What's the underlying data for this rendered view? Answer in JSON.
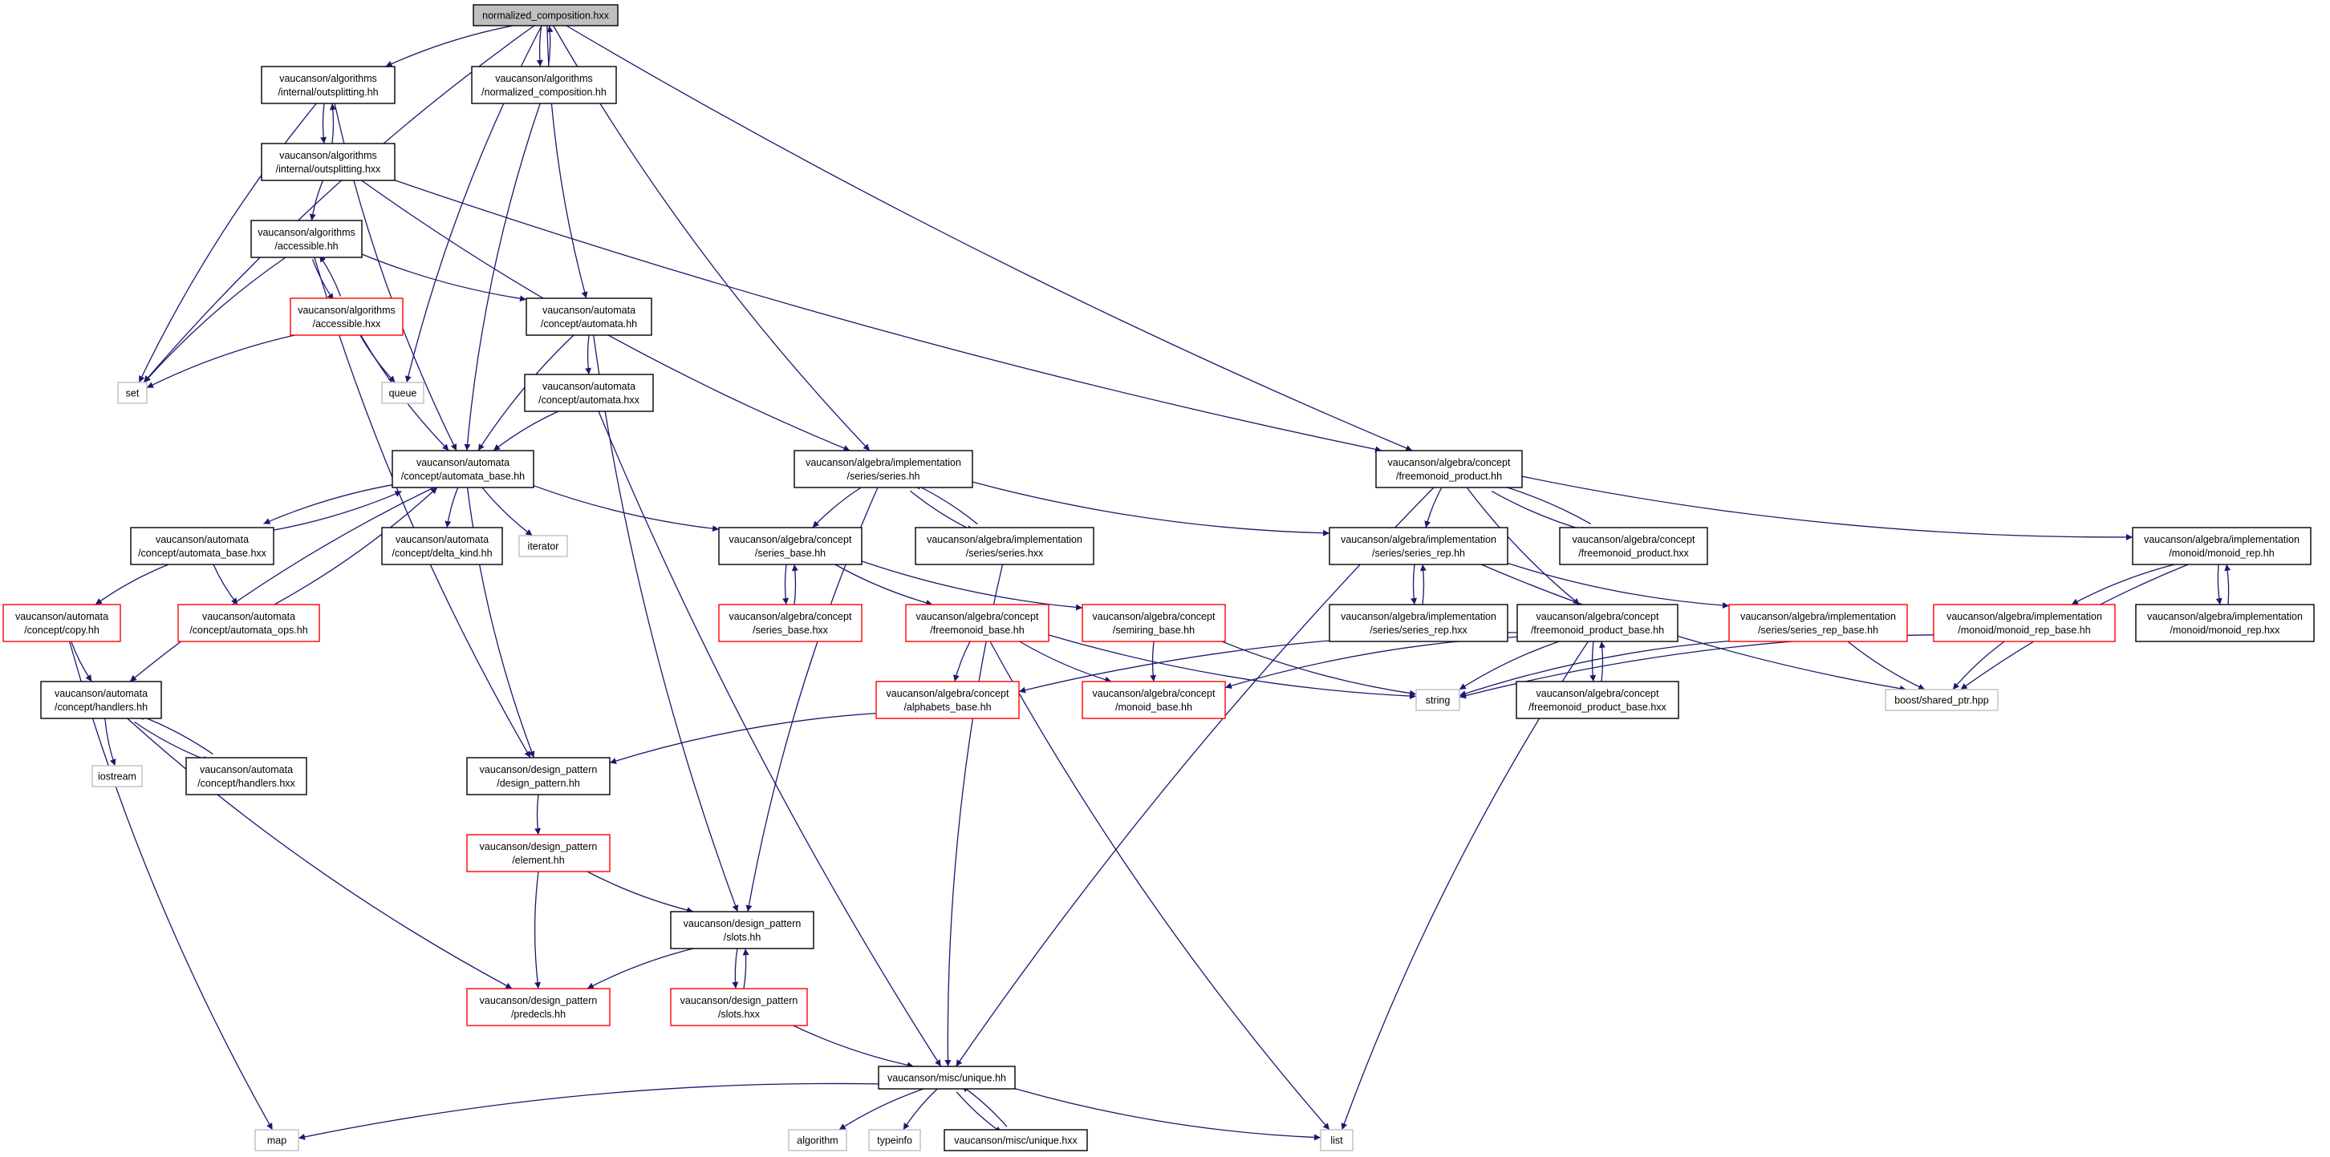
{
  "colors": {
    "edge": "#191970",
    "node_border_default": "#000000",
    "node_border_truncated": "#ff0000",
    "node_border_external": "#bfbfbf",
    "root_fill": "#bfbfbf"
  },
  "nodes": [
    {
      "id": "root",
      "style": "root",
      "lines": [
        "normalized_composition.hxx"
      ]
    },
    {
      "id": "outsplit_hh",
      "style": "normal",
      "lines": [
        "vaucanson/algorithms",
        "/internal/outsplitting.hh"
      ]
    },
    {
      "id": "normcomp_hh",
      "style": "normal",
      "lines": [
        "vaucanson/algorithms",
        "/normalized_composition.hh"
      ]
    },
    {
      "id": "outsplit_hxx",
      "style": "normal",
      "lines": [
        "vaucanson/algorithms",
        "/internal/outsplitting.hxx"
      ]
    },
    {
      "id": "access_hh",
      "style": "normal",
      "lines": [
        "vaucanson/algorithms",
        "/accessible.hh"
      ]
    },
    {
      "id": "access_hxx",
      "style": "red",
      "lines": [
        "vaucanson/algorithms",
        "/accessible.hxx"
      ]
    },
    {
      "id": "set",
      "style": "gray",
      "lines": [
        "set"
      ]
    },
    {
      "id": "queue",
      "style": "gray",
      "lines": [
        "queue"
      ]
    },
    {
      "id": "automata_hh",
      "style": "normal",
      "lines": [
        "vaucanson/automata",
        "/concept/automata.hh"
      ]
    },
    {
      "id": "automata_hxx",
      "style": "normal",
      "lines": [
        "vaucanson/automata",
        "/concept/automata.hxx"
      ]
    },
    {
      "id": "automata_base_hh",
      "style": "normal",
      "lines": [
        "vaucanson/automata",
        "/concept/automata_base.hh"
      ]
    },
    {
      "id": "series_hh",
      "style": "normal",
      "lines": [
        "vaucanson/algebra/implementation",
        "/series/series.hh"
      ]
    },
    {
      "id": "freemonoid_product_hh",
      "style": "normal",
      "lines": [
        "vaucanson/algebra/concept",
        "/freemonoid_product.hh"
      ]
    },
    {
      "id": "automata_base_hxx",
      "style": "normal",
      "lines": [
        "vaucanson/automata",
        "/concept/automata_base.hxx"
      ]
    },
    {
      "id": "delta_kind_hh",
      "style": "normal",
      "lines": [
        "vaucanson/automata",
        "/concept/delta_kind.hh"
      ]
    },
    {
      "id": "iterator",
      "style": "gray",
      "lines": [
        "iterator"
      ]
    },
    {
      "id": "series_base_hh",
      "style": "normal",
      "lines": [
        "vaucanson/algebra/concept",
        "/series_base.hh"
      ]
    },
    {
      "id": "series_hxx",
      "style": "normal",
      "lines": [
        "vaucanson/algebra/implementation",
        "/series/series.hxx"
      ]
    },
    {
      "id": "series_rep_hh",
      "style": "normal",
      "lines": [
        "vaucanson/algebra/implementation",
        "/series/series_rep.hh"
      ]
    },
    {
      "id": "freemonoid_product_hxx",
      "style": "normal",
      "lines": [
        "vaucanson/algebra/concept",
        "/freemonoid_product.hxx"
      ]
    },
    {
      "id": "monoid_rep_hh",
      "style": "normal",
      "lines": [
        "vaucanson/algebra/implementation",
        "/monoid/monoid_rep.hh"
      ]
    },
    {
      "id": "copy_hh",
      "style": "red",
      "lines": [
        "vaucanson/automata",
        "/concept/copy.hh"
      ]
    },
    {
      "id": "automata_ops_hh",
      "style": "red",
      "lines": [
        "vaucanson/automata",
        "/concept/automata_ops.hh"
      ]
    },
    {
      "id": "series_base_hxx",
      "style": "red",
      "lines": [
        "vaucanson/algebra/concept",
        "/series_base.hxx"
      ]
    },
    {
      "id": "freemonoid_base_hh",
      "style": "red",
      "lines": [
        "vaucanson/algebra/concept",
        "/freemonoid_base.hh"
      ]
    },
    {
      "id": "semiring_base_hh",
      "style": "red",
      "lines": [
        "vaucanson/algebra/concept",
        "/semiring_base.hh"
      ]
    },
    {
      "id": "series_rep_hxx",
      "style": "normal",
      "lines": [
        "vaucanson/algebra/implementation",
        "/series/series_rep.hxx"
      ]
    },
    {
      "id": "freemonoid_product_base_hh",
      "style": "normal",
      "lines": [
        "vaucanson/algebra/concept",
        "/freemonoid_product_base.hh"
      ]
    },
    {
      "id": "series_rep_base_hh",
      "style": "red",
      "lines": [
        "vaucanson/algebra/implementation",
        "/series/series_rep_base.hh"
      ]
    },
    {
      "id": "monoid_rep_base_hh",
      "style": "red",
      "lines": [
        "vaucanson/algebra/implementation",
        "/monoid/monoid_rep_base.hh"
      ]
    },
    {
      "id": "monoid_rep_hxx",
      "style": "normal",
      "lines": [
        "vaucanson/algebra/implementation",
        "/monoid/monoid_rep.hxx"
      ]
    },
    {
      "id": "handlers_hh",
      "style": "normal",
      "lines": [
        "vaucanson/automata",
        "/concept/handlers.hh"
      ]
    },
    {
      "id": "alphabets_base_hh",
      "style": "red",
      "lines": [
        "vaucanson/algebra/concept",
        "/alphabets_base.hh"
      ]
    },
    {
      "id": "monoid_base_hh",
      "style": "red",
      "lines": [
        "vaucanson/algebra/concept",
        "/monoid_base.hh"
      ]
    },
    {
      "id": "string",
      "style": "gray",
      "lines": [
        "string"
      ]
    },
    {
      "id": "freemonoid_product_base_hxx",
      "style": "normal",
      "lines": [
        "vaucanson/algebra/concept",
        "/freemonoid_product_base.hxx"
      ]
    },
    {
      "id": "shared_ptr",
      "style": "gray",
      "lines": [
        "boost/shared_ptr.hpp"
      ]
    },
    {
      "id": "iostream",
      "style": "gray",
      "lines": [
        "iostream"
      ]
    },
    {
      "id": "handlers_hxx",
      "style": "normal",
      "lines": [
        "vaucanson/automata",
        "/concept/handlers.hxx"
      ]
    },
    {
      "id": "design_pattern_hh",
      "style": "normal",
      "lines": [
        "vaucanson/design_pattern",
        "/design_pattern.hh"
      ]
    },
    {
      "id": "element_hh",
      "style": "red",
      "lines": [
        "vaucanson/design_pattern",
        "/element.hh"
      ]
    },
    {
      "id": "slots_hh",
      "style": "normal",
      "lines": [
        "vaucanson/design_pattern",
        "/slots.hh"
      ]
    },
    {
      "id": "predecls_hh",
      "style": "red",
      "lines": [
        "vaucanson/design_pattern",
        "/predecls.hh"
      ]
    },
    {
      "id": "slots_hxx",
      "style": "red",
      "lines": [
        "vaucanson/design_pattern",
        "/slots.hxx"
      ]
    },
    {
      "id": "unique_hh",
      "style": "normal",
      "lines": [
        "vaucanson/misc/unique.hh"
      ]
    },
    {
      "id": "map",
      "style": "gray",
      "lines": [
        "map"
      ]
    },
    {
      "id": "algorithm",
      "style": "gray",
      "lines": [
        "algorithm"
      ]
    },
    {
      "id": "typeinfo",
      "style": "gray",
      "lines": [
        "typeinfo"
      ]
    },
    {
      "id": "unique_hxx",
      "style": "normal",
      "lines": [
        "vaucanson/misc/unique.hxx"
      ]
    },
    {
      "id": "list",
      "style": "gray",
      "lines": [
        "list"
      ]
    }
  ],
  "edges": [
    [
      "root",
      "outsplit_hh"
    ],
    [
      "root",
      "normcomp_hh"
    ],
    [
      "root",
      "set"
    ],
    [
      "root",
      "queue"
    ],
    [
      "root",
      "automata_hh"
    ],
    [
      "root",
      "series_hh"
    ],
    [
      "root",
      "freemonoid_product_hh"
    ],
    [
      "normcomp_hh",
      "root"
    ],
    [
      "normcomp_hh",
      "automata_base_hh"
    ],
    [
      "outsplit_hh",
      "outsplit_hxx"
    ],
    [
      "outsplit_hh",
      "set"
    ],
    [
      "outsplit_hh",
      "automata_base_hh"
    ],
    [
      "outsplit_hxx",
      "outsplit_hh"
    ],
    [
      "outsplit_hxx",
      "access_hh"
    ],
    [
      "outsplit_hxx",
      "series_hh"
    ],
    [
      "outsplit_hxx",
      "freemonoid_product_hh"
    ],
    [
      "access_hh",
      "access_hxx"
    ],
    [
      "access_hh",
      "set"
    ],
    [
      "access_hh",
      "automata_hh"
    ],
    [
      "access_hh",
      "design_pattern_hh"
    ],
    [
      "access_hxx",
      "access_hh"
    ],
    [
      "access_hxx",
      "set"
    ],
    [
      "access_hxx",
      "queue"
    ],
    [
      "access_hxx",
      "automata_base_hh"
    ],
    [
      "automata_hh",
      "automata_hxx"
    ],
    [
      "automata_hh",
      "automata_base_hh"
    ],
    [
      "automata_hh",
      "slots_hh"
    ],
    [
      "automata_hxx",
      "automata_base_hh"
    ],
    [
      "automata_hxx",
      "unique_hh"
    ],
    [
      "automata_base_hh",
      "automata_base_hxx"
    ],
    [
      "automata_base_hh",
      "delta_kind_hh"
    ],
    [
      "automata_base_hh",
      "iterator"
    ],
    [
      "automata_base_hh",
      "series_base_hh"
    ],
    [
      "automata_base_hh",
      "handlers_hh"
    ],
    [
      "automata_base_hh",
      "design_pattern_hh"
    ],
    [
      "automata_base_hxx",
      "automata_base_hh"
    ],
    [
      "automata_base_hxx",
      "copy_hh"
    ],
    [
      "automata_base_hxx",
      "automata_ops_hh"
    ],
    [
      "automata_ops_hh",
      "automata_base_hh"
    ],
    [
      "copy_hh",
      "handlers_hh"
    ],
    [
      "copy_hh",
      "map"
    ],
    [
      "handlers_hh",
      "handlers_hxx"
    ],
    [
      "handlers_hh",
      "iostream"
    ],
    [
      "handlers_hh",
      "predecls_hh"
    ],
    [
      "handlers_hxx",
      "handlers_hh"
    ],
    [
      "series_hh",
      "series_base_hh"
    ],
    [
      "series_hh",
      "series_hxx"
    ],
    [
      "series_hh",
      "series_rep_hh"
    ],
    [
      "series_hh",
      "slots_hh"
    ],
    [
      "series_hxx",
      "series_hh"
    ],
    [
      "series_hxx",
      "unique_hh"
    ],
    [
      "series_base_hh",
      "series_base_hxx"
    ],
    [
      "series_base_hh",
      "freemonoid_base_hh"
    ],
    [
      "series_base_hh",
      "semiring_base_hh"
    ],
    [
      "series_base_hxx",
      "series_base_hh"
    ],
    [
      "freemonoid_base_hh",
      "alphabets_base_hh"
    ],
    [
      "freemonoid_base_hh",
      "monoid_base_hh"
    ],
    [
      "freemonoid_base_hh",
      "string"
    ],
    [
      "freemonoid_base_hh",
      "list"
    ],
    [
      "semiring_base_hh",
      "monoid_base_hh"
    ],
    [
      "semiring_base_hh",
      "string"
    ],
    [
      "alphabets_base_hh",
      "design_pattern_hh"
    ],
    [
      "design_pattern_hh",
      "element_hh"
    ],
    [
      "element_hh",
      "slots_hh"
    ],
    [
      "element_hh",
      "predecls_hh"
    ],
    [
      "slots_hh",
      "slots_hxx"
    ],
    [
      "slots_hh",
      "predecls_hh"
    ],
    [
      "slots_hxx",
      "slots_hh"
    ],
    [
      "slots_hxx",
      "unique_hh"
    ],
    [
      "unique_hh",
      "map"
    ],
    [
      "unique_hh",
      "algorithm"
    ],
    [
      "unique_hh",
      "typeinfo"
    ],
    [
      "unique_hh",
      "unique_hxx"
    ],
    [
      "unique_hh",
      "list"
    ],
    [
      "unique_hxx",
      "unique_hh"
    ],
    [
      "freemonoid_product_hh",
      "series_rep_hh"
    ],
    [
      "freemonoid_product_hh",
      "freemonoid_product_hxx"
    ],
    [
      "freemonoid_product_hh",
      "freemonoid_product_base_hh"
    ],
    [
      "freemonoid_product_hh",
      "monoid_rep_hh"
    ],
    [
      "freemonoid_product_hh",
      "unique_hh"
    ],
    [
      "freemonoid_product_hxx",
      "freemonoid_product_hh"
    ],
    [
      "series_rep_hh",
      "series_rep_hxx"
    ],
    [
      "series_rep_hh",
      "series_rep_base_hh"
    ],
    [
      "series_rep_hh",
      "shared_ptr"
    ],
    [
      "series_rep_hxx",
      "series_rep_hh"
    ],
    [
      "series_rep_base_hh",
      "string"
    ],
    [
      "series_rep_base_hh",
      "shared_ptr"
    ],
    [
      "freemonoid_product_base_hh",
      "freemonoid_product_base_hxx"
    ],
    [
      "freemonoid_product_base_hh",
      "alphabets_base_hh"
    ],
    [
      "freemonoid_product_base_hh",
      "monoid_base_hh"
    ],
    [
      "freemonoid_product_base_hh",
      "string"
    ],
    [
      "freemonoid_product_base_hh",
      "list"
    ],
    [
      "freemonoid_product_base_hxx",
      "freemonoid_product_base_hh"
    ],
    [
      "monoid_rep_hh",
      "monoid_rep_base_hh"
    ],
    [
      "monoid_rep_hh",
      "monoid_rep_hxx"
    ],
    [
      "monoid_rep_hh",
      "shared_ptr"
    ],
    [
      "monoid_rep_hxx",
      "monoid_rep_hh"
    ],
    [
      "monoid_rep_base_hh",
      "string"
    ],
    [
      "monoid_rep_base_hh",
      "shared_ptr"
    ]
  ]
}
